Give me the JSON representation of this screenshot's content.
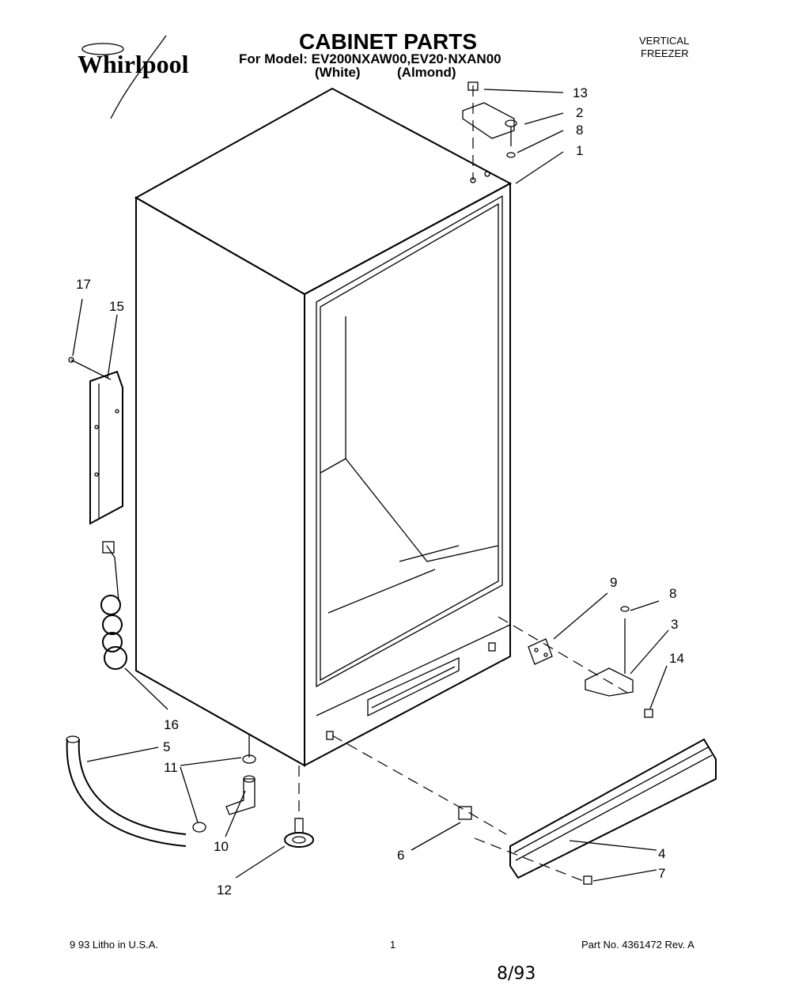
{
  "header": {
    "logo": "Whirlpool",
    "title": "CABINET PARTS",
    "model_line": "For Model: EV200NXAW00,EV20·NXAN00",
    "variant_white": "(White)",
    "variant_almond": "(Almond)",
    "category_line1": "VERTICAL",
    "category_line2": "FREEZER"
  },
  "callouts": [
    "13",
    "2",
    "8",
    "1",
    "17",
    "15",
    "9",
    "8",
    "3",
    "14",
    "16",
    "5",
    "11",
    "10",
    "12",
    "6",
    "4",
    "7"
  ],
  "footer": {
    "litho": "9 93 Litho in U.S.A.",
    "page_number": "1",
    "part_no": "Part No. 4361472 Rev. A",
    "handwritten_date": "8/93"
  }
}
